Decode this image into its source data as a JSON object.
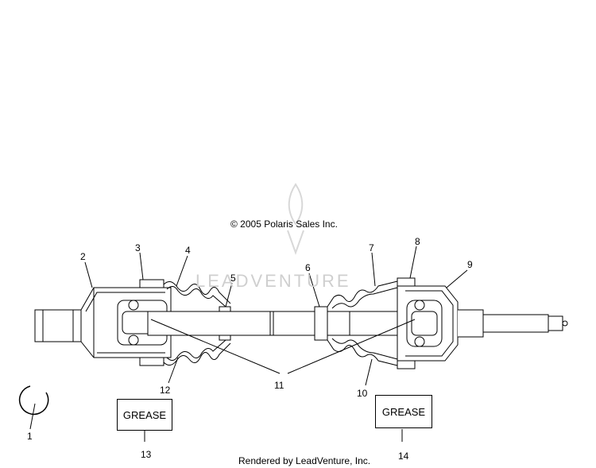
{
  "copyright": "© 2005 Polaris Sales Inc.",
  "rendered_by": "Rendered by LeadVenture, Inc.",
  "watermark": "LEADVENTURE",
  "grease_label_left": "GREASE",
  "grease_label_right": "GREASE",
  "callouts": {
    "c1": "1",
    "c2": "2",
    "c3": "3",
    "c4": "4",
    "c5": "5",
    "c6": "6",
    "c7": "7",
    "c8": "8",
    "c9": "9",
    "c10": "10",
    "c11": "11",
    "c12": "12",
    "c13": "13",
    "c14": "14"
  },
  "colors": {
    "line": "#000000",
    "watermark": "#cfcfcf"
  }
}
